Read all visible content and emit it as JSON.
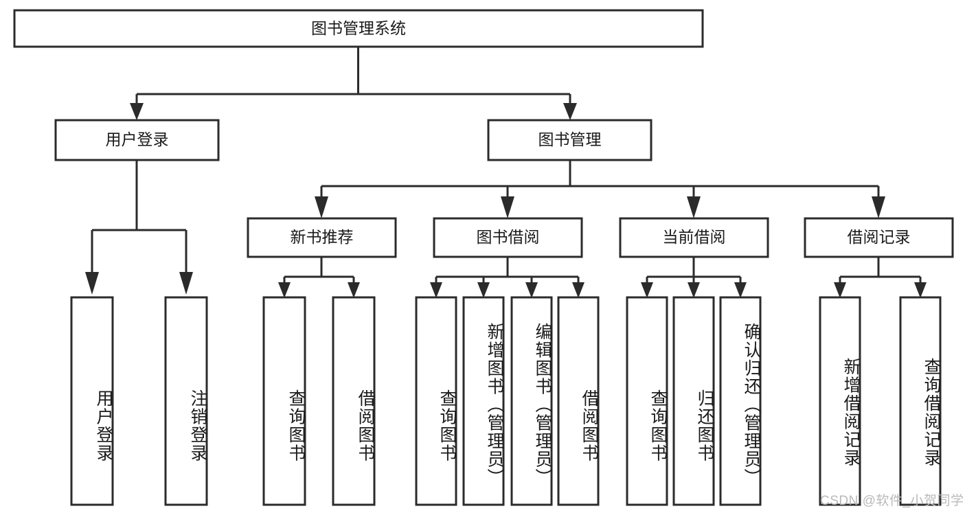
{
  "diagram": {
    "type": "tree-hierarchy",
    "title_node": {
      "id": "root",
      "label": "图书管理系统"
    },
    "level2": [
      {
        "id": "login",
        "label": "用户登录"
      },
      {
        "id": "bookmgmt",
        "label": "图书管理"
      }
    ],
    "level3": [
      {
        "id": "newbook",
        "label": "新书推荐",
        "parent": "bookmgmt"
      },
      {
        "id": "borrow",
        "label": "图书借阅",
        "parent": "bookmgmt"
      },
      {
        "id": "current",
        "label": "当前借阅",
        "parent": "bookmgmt"
      },
      {
        "id": "record",
        "label": "借阅记录",
        "parent": "bookmgmt"
      }
    ],
    "leaves": [
      {
        "id": "leaf-user-login",
        "label": "用户登录",
        "parent": "login"
      },
      {
        "id": "leaf-user-logout",
        "label": "注销登录",
        "parent": "login"
      },
      {
        "id": "leaf-query-book-1",
        "label": "查询图书",
        "parent": "newbook"
      },
      {
        "id": "leaf-borrow-book-1",
        "label": "借阅图书",
        "parent": "newbook"
      },
      {
        "id": "leaf-query-book-2",
        "label": "查询图书",
        "parent": "borrow"
      },
      {
        "id": "leaf-add-book",
        "label": "新增图书（管理员）",
        "parent": "borrow"
      },
      {
        "id": "leaf-edit-book",
        "label": "编辑图书（管理员）",
        "parent": "borrow"
      },
      {
        "id": "leaf-borrow-book-2",
        "label": "借阅图书",
        "parent": "borrow"
      },
      {
        "id": "leaf-query-book-3",
        "label": "查询图书",
        "parent": "current"
      },
      {
        "id": "leaf-return-book",
        "label": "归还图书",
        "parent": "current"
      },
      {
        "id": "leaf-confirm-return",
        "label": "确认归还（管理员）",
        "parent": "current"
      },
      {
        "id": "leaf-add-record",
        "label": "新增借阅记录",
        "parent": "record"
      },
      {
        "id": "leaf-query-record",
        "label": "查询借阅记录",
        "parent": "record"
      }
    ]
  },
  "watermark": {
    "text": "CSDN @软件_小贺同学"
  },
  "colors": {
    "stroke": "#2b2b2b",
    "fill": "#ffffff",
    "text": "#1a1a1a",
    "watermark": "#b9b9b9",
    "background": "#ffffff"
  }
}
